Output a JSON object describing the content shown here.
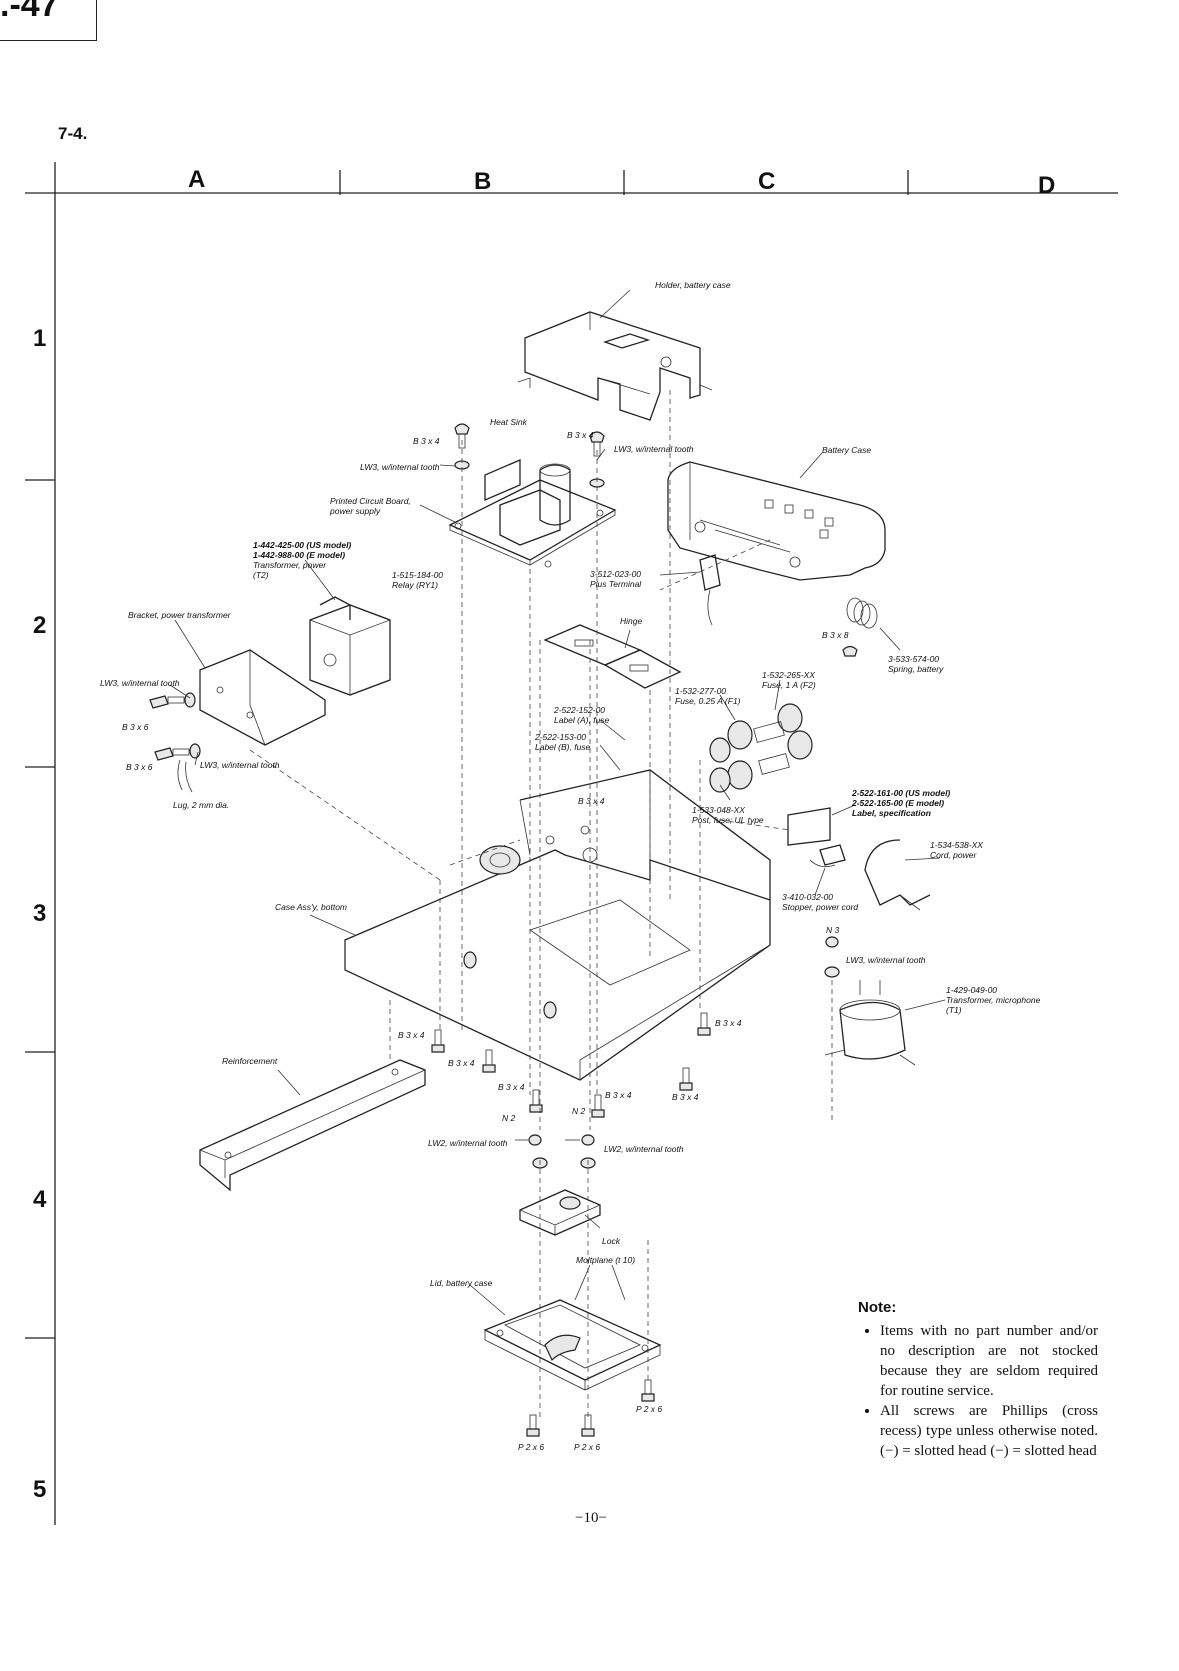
{
  "header": {
    "page_mark": ".-47",
    "section": "7-4."
  },
  "grid": {
    "columns": [
      "A",
      "B",
      "C",
      "D"
    ],
    "rows": [
      "1",
      "2",
      "3",
      "4",
      "5"
    ]
  },
  "labels": {
    "holder_battery_case": "Holder, battery case",
    "heat_sink": "Heat Sink",
    "b3x4_a": "B 3 x 4",
    "b3x4_b": "B 3 x 4",
    "lw3_a": "LW3, w/internal tooth",
    "lw3_b": "LW3, w/internal tooth",
    "battery_case": "Battery Case",
    "pcb_1": "Printed Circuit Board,",
    "pcb_2": "power supply",
    "transformer_1": "1-442-425-00 (US model)",
    "transformer_2": "1-442-988-00 (E model)",
    "transformer_3": "Transformer, power",
    "transformer_4": "(T2)",
    "relay_1": "1-515-184-00",
    "relay_2": "Relay (RY1)",
    "plus_terminal_1": "3-512-023-00",
    "plus_terminal_2": "Plus Terminal",
    "bracket": "Bracket, power transformer",
    "hinge": "Hinge",
    "b3x8": "B 3 x 8",
    "spring_1": "3-533-574-00",
    "spring_2": "Spring, battery",
    "lw3_c": "LW3, w/internal tooth",
    "b3x6_a": "B 3 x 6",
    "b3x6_b": "B 3 x 6",
    "lw3_d": "LW3, w/internal tooth",
    "lug": "Lug, 2 mm dia.",
    "fuse_f2_1": "1-532-265-XX",
    "fuse_f2_2": "Fuse, 1 A (F2)",
    "fuse_f1_1": "1-532-277-00",
    "fuse_f1_2": "Fuse, 0.25 A (F1)",
    "label_a_1": "2-522-152-00",
    "label_a_2": "Label (A), fuse",
    "label_b_1": "2-522-153-00",
    "label_b_2": "Label (B), fuse",
    "b3x4_c": "B 3 x 4",
    "post_fuse_1": "1-533-048-XX",
    "post_fuse_2": "Post, fuse; UL type",
    "spec_1": "2-522-161-00 (US model)",
    "spec_2": "2-522-165-00 (E model)",
    "spec_3": "Label, specification",
    "cord_1": "1-534-538-XX",
    "cord_2": "Cord, power",
    "case_bottom": "Case Ass'y, bottom",
    "stopper_1": "3-410-032-00",
    "stopper_2": "Stopper, power cord",
    "n3": "N 3",
    "lw3_e": "LW3, w/internal tooth",
    "mic_1": "1-429-049-00",
    "mic_2": "Transformer, microphone",
    "mic_3": "(T1)",
    "b3x4_d": "B 3 x 4",
    "b3x4_e": "B 3 x 4",
    "b3x4_f": "B 3 x 4",
    "b3x4_g": "B 3 x 4",
    "b3x4_h": "B 3 x 4",
    "b3x4_i": "B 3 x 4",
    "reinforcement": "Reinforcement",
    "n2_a": "N 2",
    "n2_b": "N 2",
    "lw2_a": "LW2, w/internal tooth",
    "lw2_b": "LW2, w/internal tooth",
    "lock": "Lock",
    "moltplane": "Moltplane (t 10)",
    "lid": "Lid, battery case",
    "p2x6_a": "P 2 x 6",
    "p2x6_b": "P 2 x 6",
    "p2x6_c": "P 2 x 6"
  },
  "note": {
    "title": "Note:",
    "items": [
      "Items with no part number and/or no description are not stocked because they are seldom required for routine service.",
      "All screws are Phillips (cross recess) type unless otherwise noted. (−) = slotted head (−) = slotted head"
    ]
  },
  "footer": {
    "page": "−10−"
  }
}
